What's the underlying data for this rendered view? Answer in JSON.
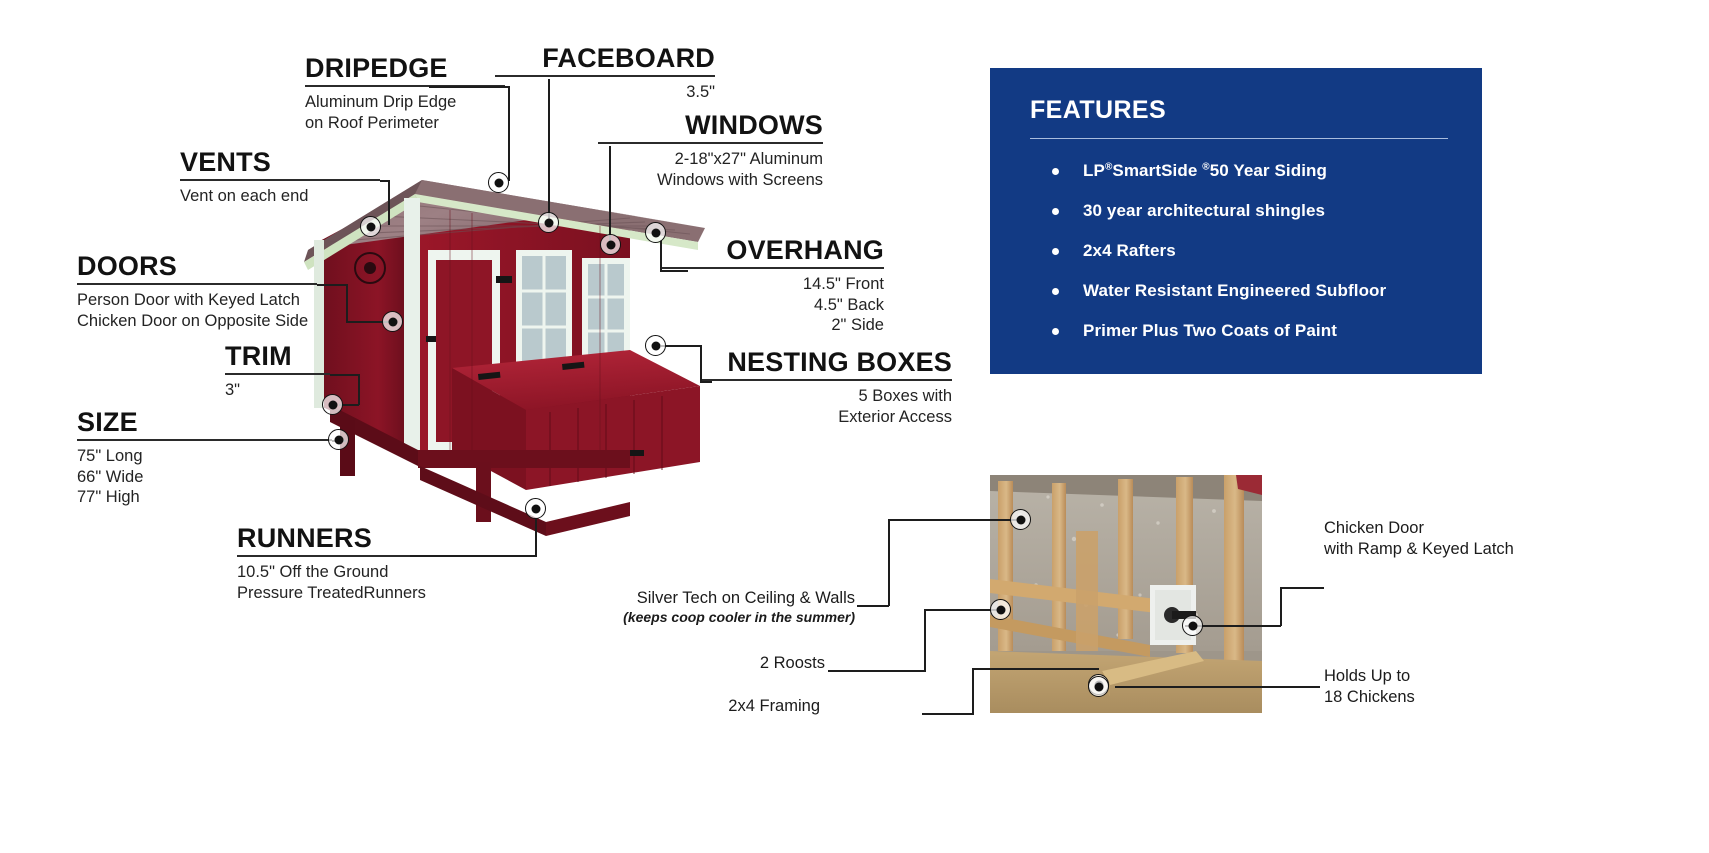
{
  "callouts": {
    "dripedge": {
      "title": "DRIPEDGE",
      "desc_line1": "Aluminum Drip Edge",
      "desc_line2": "on Roof Perimeter"
    },
    "vents": {
      "title": "VENTS",
      "desc_line1": "Vent on each end"
    },
    "doors": {
      "title": "DOORS",
      "desc_line1": "Person Door with Keyed Latch",
      "desc_line2": "Chicken Door on Opposite Side"
    },
    "trim": {
      "title": "TRIM",
      "desc_line1": "3\""
    },
    "size": {
      "title": "SIZE",
      "desc_line1": "75\" Long",
      "desc_line2": "66\" Wide",
      "desc_line3": "77\" High"
    },
    "runners": {
      "title": "RUNNERS",
      "desc_line1": "10.5\" Off the Ground",
      "desc_line2": "Pressure TreatedRunners"
    },
    "faceboard": {
      "title": "FACEBOARD",
      "desc_line1": "3.5\""
    },
    "windows": {
      "title": "WINDOWS",
      "desc_line1": "2-18\"x27\" Aluminum",
      "desc_line2": "Windows with Screens"
    },
    "overhang": {
      "title": "OVERHANG",
      "desc_line1": "14.5\" Front",
      "desc_line2": "4.5\" Back",
      "desc_line3": "2\"  Side"
    },
    "nesting_boxes": {
      "title": "NESTING BOXES",
      "desc_line1": "5 Boxes with",
      "desc_line2": "Exterior Access"
    }
  },
  "features": {
    "title": "FEATURES",
    "bg_color": "#123a84",
    "items": [
      {
        "pre": "LP",
        "mark1": "®",
        "mid": "SmartSide ",
        "mark2": "®",
        "post": "50 Year Siding"
      },
      {
        "text": "30 year architectural shingles"
      },
      {
        "text": "2x4 Rafters"
      },
      {
        "text": "Water Resistant Engineered Subfloor"
      },
      {
        "text": "Primer Plus Two Coats of Paint"
      }
    ]
  },
  "interior_labels": {
    "silver_tech": {
      "main": "Silver Tech on Ceiling & Walls",
      "sub": "(keeps coop cooler in the summer)"
    },
    "roosts": {
      "main": "2 Roosts"
    },
    "framing": {
      "main": "2x4 Framing"
    },
    "chicken_door": {
      "line1": "Chicken Door",
      "line2": "with Ramp & Keyed Latch"
    },
    "capacity": {
      "line1": "Holds Up to",
      "line2": "18 Chickens"
    }
  }
}
